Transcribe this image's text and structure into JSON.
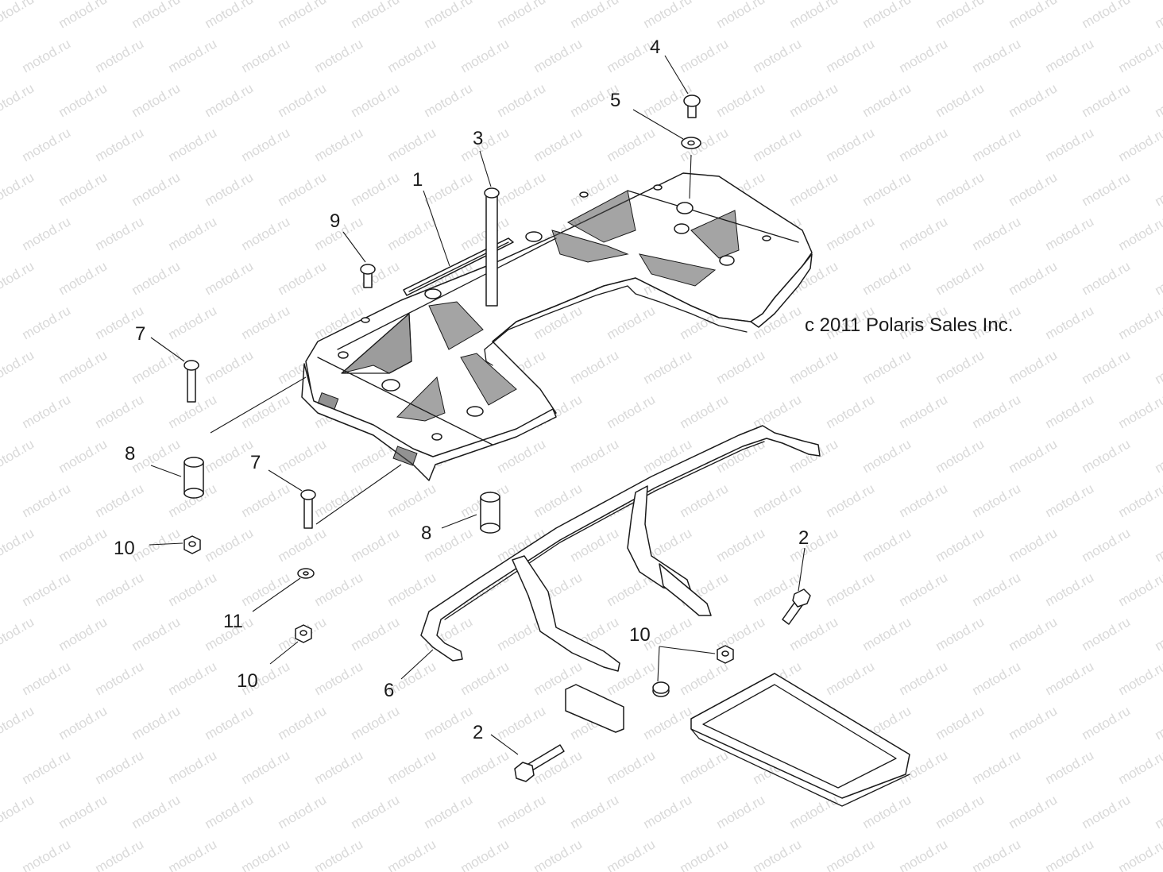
{
  "copyright": "c 2011 Polaris Sales Inc.",
  "watermark": "motod.ru",
  "callouts": [
    {
      "id": "c1",
      "text": "1"
    },
    {
      "id": "c2a",
      "text": "2"
    },
    {
      "id": "c2b",
      "text": "2"
    },
    {
      "id": "c3",
      "text": "3"
    },
    {
      "id": "c4",
      "text": "4"
    },
    {
      "id": "c5",
      "text": "5"
    },
    {
      "id": "c6",
      "text": "6"
    },
    {
      "id": "c7a",
      "text": "7"
    },
    {
      "id": "c7b",
      "text": "7"
    },
    {
      "id": "c8a",
      "text": "8"
    },
    {
      "id": "c8b",
      "text": "8"
    },
    {
      "id": "c9",
      "text": "9"
    },
    {
      "id": "c10a",
      "text": "10"
    },
    {
      "id": "c10b",
      "text": "10"
    },
    {
      "id": "c10c",
      "text": "10"
    },
    {
      "id": "c11",
      "text": "11"
    }
  ]
}
